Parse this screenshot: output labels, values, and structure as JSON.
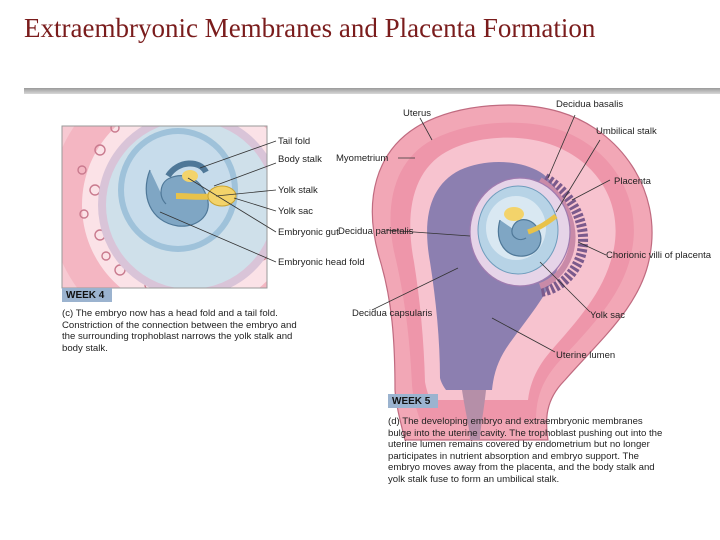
{
  "title": "Extraembryonic Membranes and Placenta Formation",
  "left_panel": {
    "week_label": "WEEK 4",
    "labels": {
      "tail_fold": "Tail fold",
      "body_stalk": "Body stalk",
      "yolk_stalk": "Yolk stalk",
      "yolk_sac": "Yolk sac",
      "embryonic_gut": "Embryonic gut",
      "embryonic_head_fold": "Embryonic head fold"
    },
    "caption_letter": "(c)",
    "caption": "The embryo now has a head fold and a tail fold. Constriction of the connection between the embryo and the surrounding trophoblast narrows the yolk stalk and body stalk."
  },
  "right_panel": {
    "week_label": "WEEK 5",
    "labels": {
      "uterus": "Uterus",
      "decidua_basalis": "Decidua basalis",
      "umbilical_stalk": "Umbilical stalk",
      "myometrium": "Myometrium",
      "placenta": "Placenta",
      "decidua_parietalis": "Decidua parietalis",
      "chorionic_villi": "Chorionic villi of placenta",
      "decidua_capsularis": "Decidua capsularis",
      "yolk_sac": "Yolk sac",
      "uterine_lumen": "Uterine lumen"
    },
    "caption_letter": "(d)",
    "caption": "The developing embryo and extraembryonic membranes bulge into the uterine cavity. The trophoblast pushing out into the uterine lumen remains covered by endometrium but no longer participates in nutrient absorption and embryo support. The embryo moves away from the placenta, and the body stalk and yolk stalk fuse to form an umbilical stalk."
  },
  "colors": {
    "title": "#7a1c1c",
    "endometrium": "#f2a7b6",
    "myometrium": "#e8889c",
    "amnion": "#b7d3e6",
    "yolk_sac": "#f3d36a",
    "uterine_lumen": "#8c7fb0",
    "week_box": "#9bb3cf"
  }
}
